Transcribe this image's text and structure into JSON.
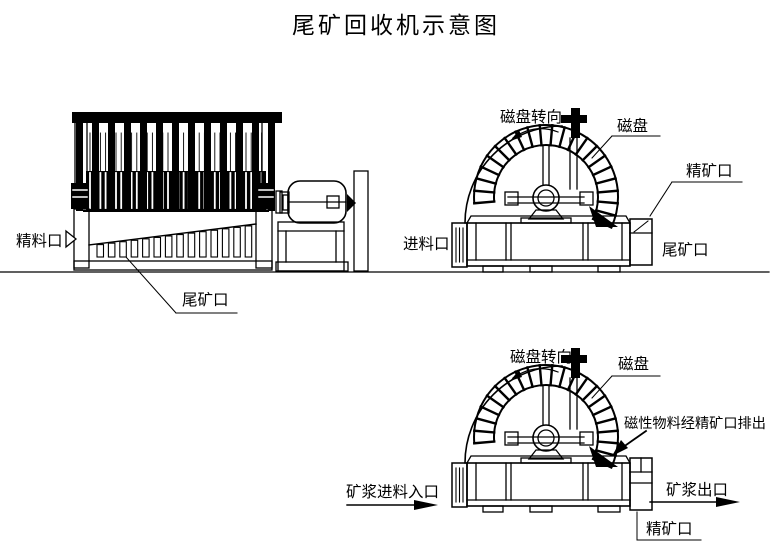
{
  "title": "尾矿回收机示意图",
  "colors": {
    "line": "#000000",
    "background": "#ffffff"
  },
  "side_view": {
    "concentrate_port": "精料口",
    "tailings_port": "尾矿口"
  },
  "upper_front_view": {
    "rotation": "磁盘转向",
    "disk": "磁盘",
    "concentrate_port": "精矿口",
    "feed_port": "进料口",
    "tailings_port": "尾矿口"
  },
  "lower_front_view": {
    "rotation": "磁盘转向",
    "disk": "磁盘",
    "discharge_note": "磁性物料经精矿口排出",
    "slurry_inlet": "矿浆进料入口",
    "slurry_outlet": "矿浆出口",
    "concentrate_port": "精矿口"
  }
}
